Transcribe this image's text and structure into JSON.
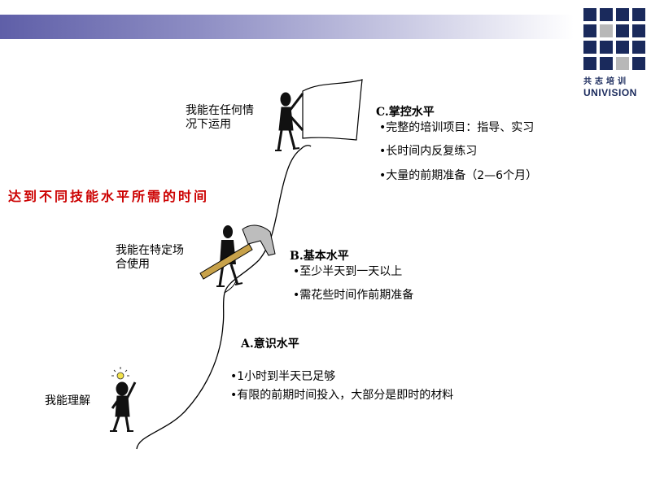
{
  "header": {
    "bar_color": "#5f5fa8"
  },
  "logo": {
    "text_cn": "共志培训",
    "text_en": "UNIVISION",
    "squares": [
      "#1a2a5c",
      "#1a2a5c",
      "#1a2a5c",
      "#1a2a5c",
      "#1a2a5c",
      "#b8b8b8",
      "#1a2a5c",
      "#1a2a5c",
      "#1a2a5c",
      "#1a2a5c",
      "#1a2a5c",
      "#1a2a5c",
      "#1a2a5c",
      "#1a2a5c",
      "#b8b8b8",
      "#1a2a5c"
    ]
  },
  "main_title": "达到不同技能水平所需的时间",
  "levels": {
    "c": {
      "self": [
        "我能在任何情",
        "况下运用"
      ],
      "title": "C.掌控水平",
      "bullets": [
        "•完整的培训项目：指导、实习",
        "•长时间内反复练习",
        "•大量的前期准备（2—6个月）"
      ]
    },
    "b": {
      "self": [
        "我能在特定场",
        "合使用"
      ],
      "title": "B.基本水平",
      "bullets": [
        "•至少半天到一天以上",
        "•需花些时间作前期准备"
      ]
    },
    "a": {
      "self": [
        "我能理解"
      ],
      "title": "A.意识水平",
      "bullets": [
        "•1小时到半天已足够",
        "•有限的前期时间投入，大部分是即时的材料"
      ]
    }
  },
  "colors": {
    "title_red": "#cc0000",
    "logo_navy": "#1a2a5c",
    "hammer_handle": "#c8a24a",
    "bulb": "#f2e24a"
  }
}
